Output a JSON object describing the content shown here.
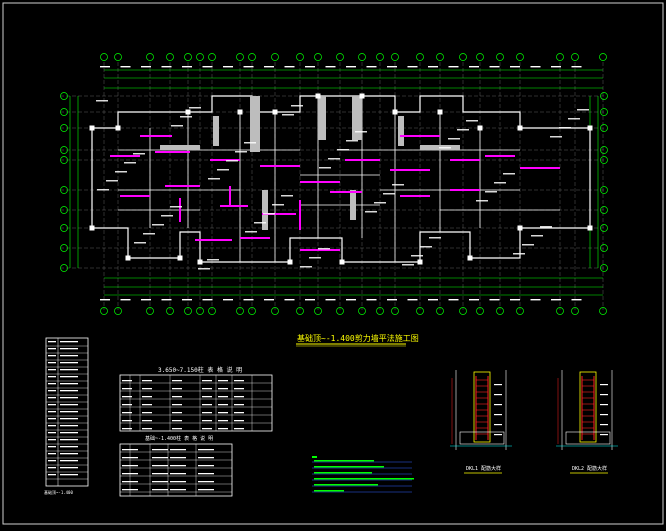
{
  "drawing": {
    "main_plan_title": "基础顶~-1.400剪力墙平法施工图",
    "table_title": "3.650~7.150柱 表 格 说 明",
    "table2_title": "基础~-1.400柱 表 格 说 明",
    "small_table_footer": "基础顶~-1.400",
    "detail1_title": "DKL1 配筋大样",
    "detail2_title": "DKL2 配筋大样"
  },
  "colors": {
    "background": "#000000",
    "frame": "#dcdcdc",
    "grid": "#d8d8d8",
    "dim": "#00ff00",
    "wall": "#ffffff",
    "accent": "#ff00ff",
    "red": "#ff2020",
    "yellow": "#ffff00",
    "cyan": "#00ffff"
  }
}
